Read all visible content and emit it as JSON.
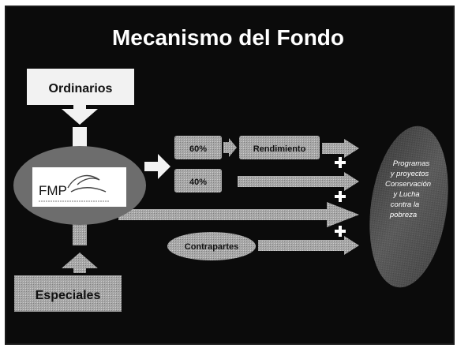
{
  "slide": {
    "title": "Mecanismo del Fondo",
    "sources": {
      "ordinary": "Ordinarios",
      "special": "Especiales"
    },
    "fund_logo": {
      "text": "FMP"
    },
    "splits": {
      "first_percent": "60%",
      "second_percent": "40%"
    },
    "yield_label": "Rendimiento",
    "counterparts_label": "Contrapartes",
    "destination_lines": [
      "Programas",
      "y proyectos",
      "Conservación",
      "y Lucha",
      "contra la",
      "pobreza"
    ]
  },
  "colors": {
    "background": "#0b0b0b",
    "text_dark": "#111111",
    "text_light": "#ffffff",
    "box_light": "#f2f2f2",
    "box_gray": "#9a9a9a",
    "arrow_gray": "#bdbdbd"
  }
}
